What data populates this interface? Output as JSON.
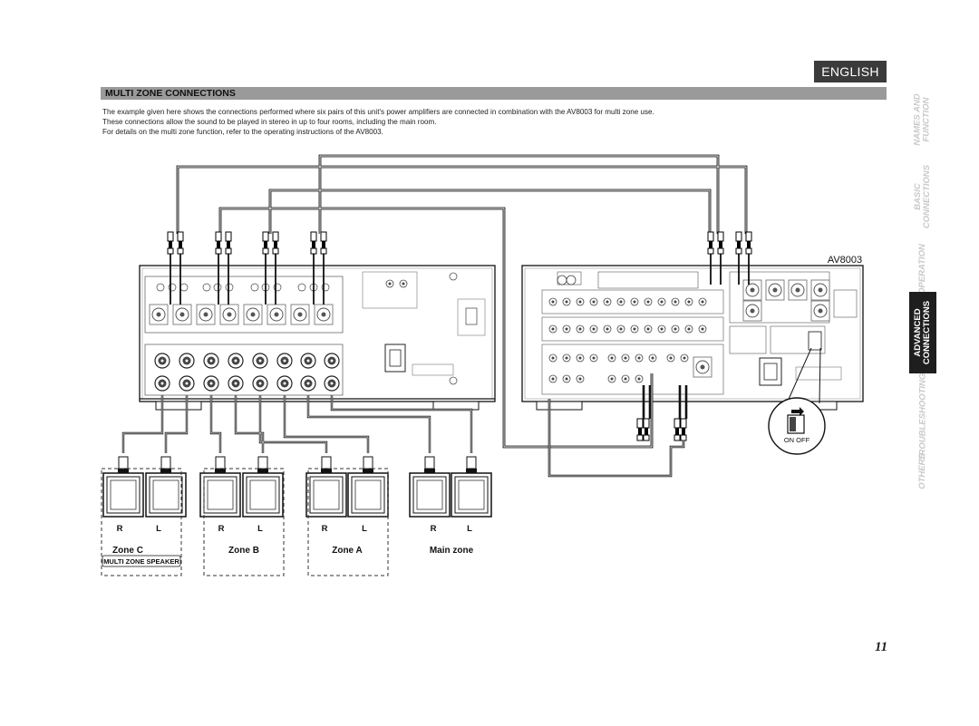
{
  "header": {
    "language_tab": "ENGLISH"
  },
  "section": {
    "title": "MULTI ZONE CONNECTIONS"
  },
  "intro": {
    "line1": "The example given here shows the connections performed where six pairs of this unit's power amplifiers are connected in combination with the AV8003 for multi zone use.",
    "line2": "These connections allow the sound to be played in stereo in up to four rooms, including the main room.",
    "line3": "For details on the multi zone function, refer to the operating instructions of the AV8003."
  },
  "side_tabs": [
    {
      "label": "NAMES AND\nFUNCTION",
      "active": false
    },
    {
      "label": "BASIC\nCONNECTIONS",
      "active": false
    },
    {
      "label": "OPERATION",
      "active": false
    },
    {
      "label": "ADVANCED\nCONNECTIONS",
      "active": true
    },
    {
      "label": "TROUBLESHOOTING",
      "active": false
    },
    {
      "label": "OTHERS",
      "active": false
    }
  ],
  "diagram": {
    "device_label": "AV8003",
    "switch_label": "ON  OFF",
    "speaker_left": "L",
    "speaker_right": "R",
    "multi_zone_speaker": "MULTI ZONE SPEAKER",
    "zones": [
      {
        "name": "Zone C",
        "dashed": true
      },
      {
        "name": "Zone B",
        "dashed": true
      },
      {
        "name": "Zone A",
        "dashed": true
      },
      {
        "name": "Main zone",
        "dashed": false
      }
    ]
  },
  "footer": {
    "page_number": "11"
  }
}
